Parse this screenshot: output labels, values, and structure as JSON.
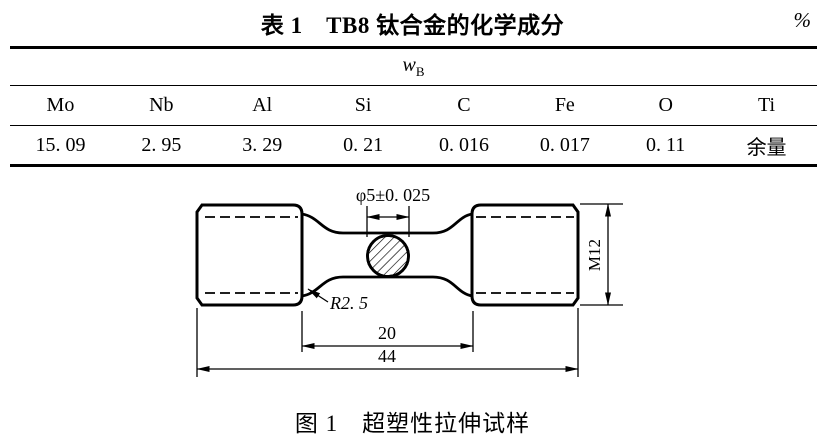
{
  "table": {
    "title": "表 1　TB8 钛合金的化学成分",
    "unit": "%",
    "group_symbol": "w",
    "group_subscript": "B",
    "columns": [
      "Mo",
      "Nb",
      "Al",
      "Si",
      "C",
      "Fe",
      "O",
      "Ti"
    ],
    "values": [
      "15. 09",
      "2. 95",
      "3. 29",
      "0. 21",
      "0. 016",
      "0. 017",
      "0. 11",
      "余量"
    ]
  },
  "figure": {
    "caption": "图 1　超塑性拉伸试样",
    "dimensions": {
      "gauge_diameter": "φ5±0. 025",
      "fillet_radius": "R2. 5",
      "gauge_length": "20",
      "total_length": "44",
      "thread": "M12"
    }
  },
  "colors": {
    "ink": "#000000",
    "paper": "#ffffff"
  }
}
